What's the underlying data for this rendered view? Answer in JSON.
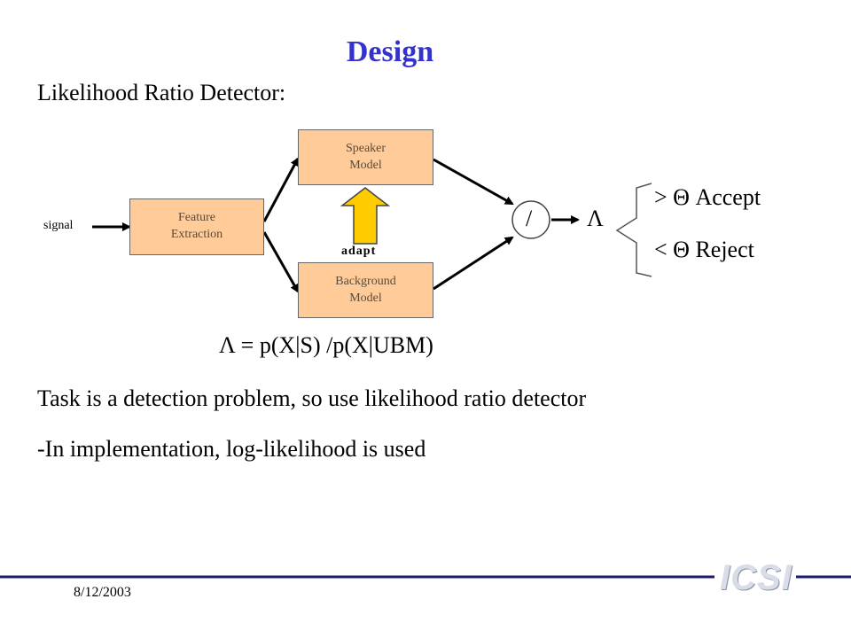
{
  "slide": {
    "title": "Design",
    "subtitle": "Likelihood Ratio Detector:",
    "formula": "Λ = p(X|S) /p(X|UBM)",
    "bullets": [
      "Task is a detection problem, so use likelihood ratio detector",
      "-In implementation, log-likelihood is used"
    ],
    "date": "8/12/2003",
    "logo_text": "ICSI"
  },
  "diagram": {
    "signal_label": "signal",
    "feature_box": "Feature\nExtraction",
    "speaker_box": "Speaker\nModel",
    "background_box": "Background\nModel",
    "adapt_label": "adapt",
    "divide_label": "/",
    "lambda_label": "Λ",
    "accept_label": "> Θ Accept",
    "reject_label": "< Θ Reject"
  },
  "colors": {
    "title": "#3333cc",
    "box_fill": "#ffcc99",
    "adapt_arrow_fill": "#ffcc00",
    "rule": "#1a1a6e"
  }
}
